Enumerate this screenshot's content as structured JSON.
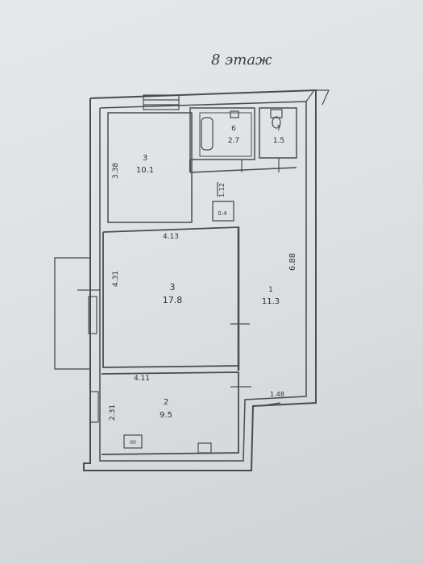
{
  "floor_label": "8 этаж",
  "rooms": [
    {
      "id": "room-3-small",
      "number": "3",
      "area": "10.1"
    },
    {
      "id": "room-6",
      "number": "6",
      "area": "2.7"
    },
    {
      "id": "room-7",
      "number": "7",
      "area": "1.5"
    },
    {
      "id": "room-3-large",
      "number": "3",
      "area": "17.8"
    },
    {
      "id": "room-1",
      "number": "1",
      "area": "11.3"
    },
    {
      "id": "room-2",
      "number": "2",
      "area": "9.5"
    }
  ],
  "dimensions": {
    "room3_small_height": "3.38",
    "room3_large_width": "4.13",
    "room3_large_height": "4.31",
    "room2_width": "4.11",
    "room2_height": "2.31",
    "corridor_length": "6.88",
    "passage_width": "1.12",
    "closet_area": "0.4",
    "corridor_exit_width": "1.48"
  },
  "stove_label": "00"
}
